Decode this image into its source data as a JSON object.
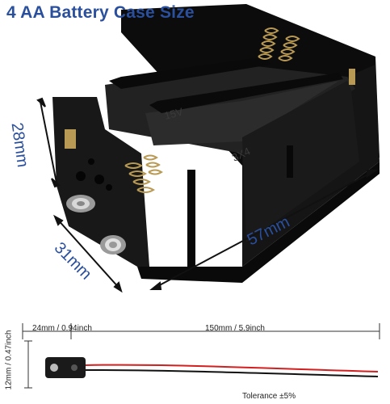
{
  "title": "4 AA Battery Case Size",
  "dimensions": {
    "height": "28mm",
    "width": "31mm",
    "length": "57mm"
  },
  "case_markings": {
    "voltage": "15V",
    "config": "3X4"
  },
  "connector": {
    "head_length": "24mm / 0.94inch",
    "wire_length": "150mm / 5.9inch",
    "head_height": "12mm / 0.47inch",
    "tolerance": "Tolerance ±5%"
  },
  "colors": {
    "dimension_text": "#2a4f9c",
    "case_body": "#111111",
    "wire_red": "#d22020",
    "wire_black": "#111111"
  }
}
